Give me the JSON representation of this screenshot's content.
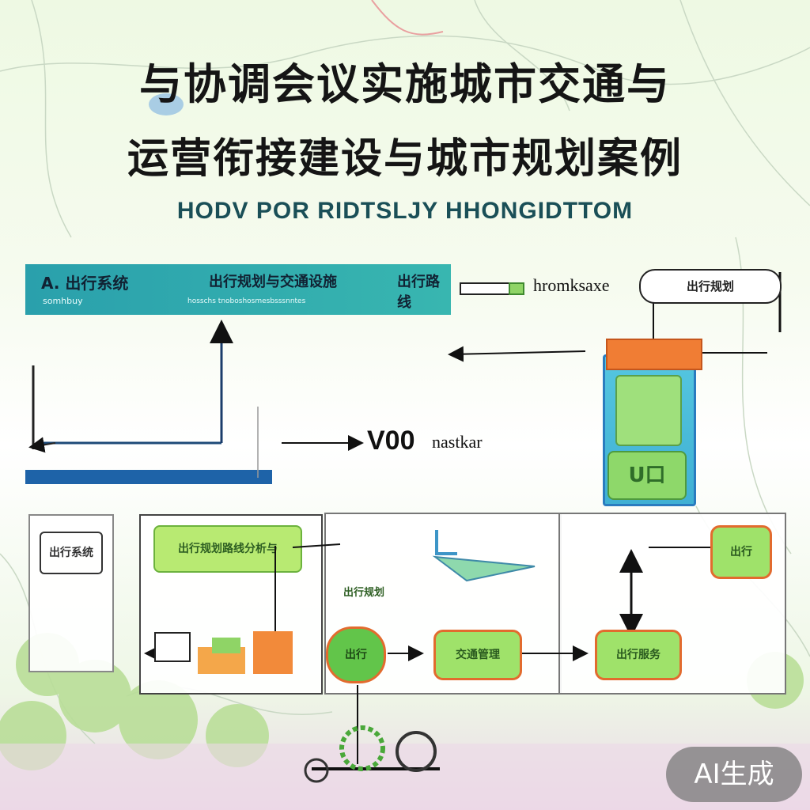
{
  "title": {
    "line1": "与协调会议实施城市交通与",
    "line2": "运营衔接建设与城市规划案例",
    "line3": "HODV POR RIDTSLJY HHONGIDTTOM"
  },
  "banner": {
    "left_heading": "A. 出行系统",
    "left_sub": "somhbuy",
    "mid_heading": "出行规划与交通设施",
    "mid_sub": "hosschs tnoboshosmesbsssnntes",
    "right_heading": "出行路线",
    "colors": {
      "fill": "#2aa0ac"
    }
  },
  "labels": {
    "hornsake": "hromksaxe",
    "v00": "V00",
    "nastkar": "nastkar"
  },
  "pill": {
    "label": "出行规划"
  },
  "device": {
    "top_label": "",
    "bottom_label": "U口"
  },
  "bottom": {
    "left_card_label": "出行系统",
    "green_note": "出行规划路线分析与",
    "hub_label": "出行",
    "mid_caption": "出行规划",
    "node_a": "交通管理",
    "node_b": "出行服务",
    "right_node": "出行"
  },
  "badge": {
    "text": "AI生成"
  }
}
